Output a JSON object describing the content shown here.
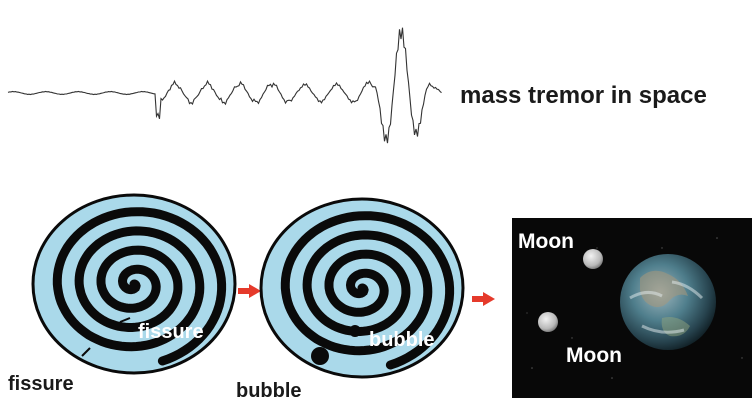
{
  "seismogram": {
    "label": "mass tremor in space"
  },
  "stages": {
    "fissure": {
      "inline_label": "fissure",
      "outer_label": "fissure"
    },
    "bubble": {
      "inline_label": "bubble",
      "outer_label": "bubble"
    },
    "space": {
      "moon_label_1": "Moon",
      "moon_label_2": "Moon"
    }
  },
  "icons": [
    "arrow-right-icon",
    "arrow-right-icon"
  ],
  "colors": {
    "spiral_fill": "#aad9ea",
    "spiral_stroke": "#0a0a0a",
    "arrow": "#e53a2b",
    "space_background": "#080808",
    "waveform": "#333333"
  }
}
